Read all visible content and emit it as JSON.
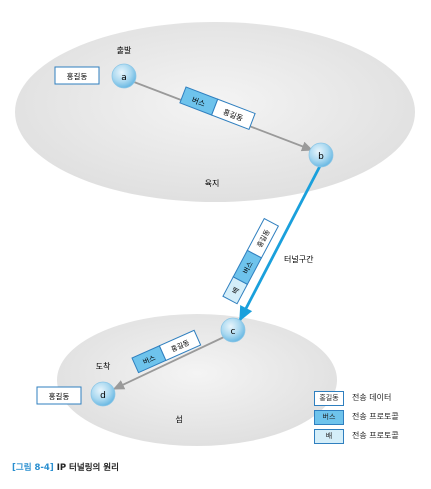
{
  "nodes": {
    "a": "a",
    "b": "b",
    "c": "c",
    "d": "d"
  },
  "labels": {
    "departure": "출발",
    "arrival": "도착",
    "land": "육지",
    "island": "섬",
    "tunnel_section": "터널구간"
  },
  "packets": {
    "data": "홍길동",
    "bus": "버스",
    "ship": "배"
  },
  "legend": [
    {
      "box": "홍길동",
      "text": "전송 데이터",
      "fill": "#ffffff"
    },
    {
      "box": "버스",
      "text": "전송 프로토콜",
      "fill": "#6ec3ec"
    },
    {
      "box": "배",
      "text": "전송 프로토콜",
      "fill": "#d4eef9"
    }
  ],
  "caption": {
    "fig": "[그림 8-4]",
    "title": "IP 터널링의 원리"
  },
  "colors": {
    "accent": "#1aa0dc",
    "bus_fill": "#6ec3ec",
    "ship_fill": "#d4eef9",
    "region": "#ececec"
  }
}
